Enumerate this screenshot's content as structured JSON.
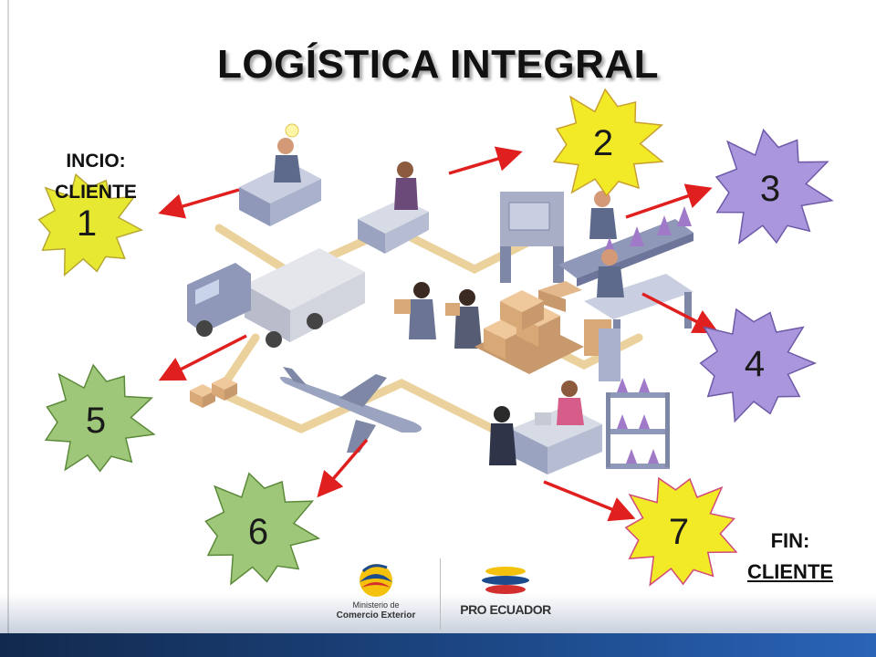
{
  "title": "LOGÍSTICA INTEGRAL",
  "start_label": {
    "line1": "INCIO:",
    "line2": "CLIENTE"
  },
  "end_label": {
    "line1": "FIN:",
    "line2": "CLIENTE"
  },
  "steps": [
    {
      "number": "1",
      "color": "#e6e832"
    },
    {
      "number": "2",
      "color": "#f2ea26"
    },
    {
      "number": "3",
      "color": "#a996dc"
    },
    {
      "number": "4",
      "color": "#a996dc"
    },
    {
      "number": "5",
      "color": "#9fc77a"
    },
    {
      "number": "6",
      "color": "#9fc77a"
    },
    {
      "number": "7",
      "color": "#f2ea26"
    }
  ],
  "arrow_color": "#e01f1f",
  "logos": {
    "ministry": {
      "line1": "Ministerio de",
      "line2": "Comercio Exterior"
    },
    "pro_ecuador": {
      "name": "PRO ECUADOR"
    }
  }
}
